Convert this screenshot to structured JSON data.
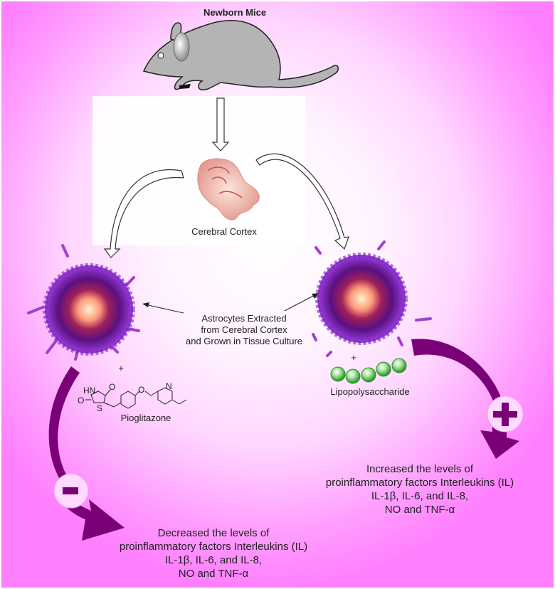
{
  "diagram": {
    "title": "Newborn Mice",
    "nodes": {
      "mouse": {
        "label": "Newborn Mice",
        "icon": "mouse-icon"
      },
      "cortex": {
        "label": "Cerebral Cortex",
        "icon": "brain-slice-icon"
      },
      "astrocyte_left": {
        "icon": "astrocyte-cell-icon"
      },
      "astrocyte_right": {
        "icon": "astrocyte-cell-icon"
      },
      "astrocyte_note": {
        "lines": [
          "Astrocytes Extracted",
          "from Cerebral Cortex",
          "and Grown in Tissue Culture"
        ]
      },
      "pioglitazone": {
        "label": "Pioglitazone",
        "plus": "+",
        "icon": "pioglitazone-structure-icon",
        "atoms": {
          "hn": "HN",
          "o1": "O",
          "o2": "O",
          "s": "S",
          "o3": "O",
          "n": "N"
        }
      },
      "lps": {
        "label": "Lipopolysaccharide",
        "plus": "+",
        "icon": "lps-beads-icon",
        "bead_count": 5
      }
    },
    "effects": {
      "left": {
        "sign": "-",
        "lines": [
          "Decreased the levels of",
          "proinflammatory factors Interleukins (IL)",
          "IL-1β, IL-6, and IL-8,",
          "NO and TNF-α"
        ]
      },
      "right": {
        "sign": "+",
        "lines": [
          "Increased the levels of",
          "proinflammatory factors Interleukins (IL)",
          "IL-1β, IL-6, and IL-8,",
          "NO and TNF-α"
        ]
      }
    },
    "colors": {
      "arrow_purple": "#7a0078",
      "sign_circle": "#ffd9ff",
      "bead_green": "#3fae3f",
      "mouse_gray": "#b4b4b4",
      "border_magenta": "#ff80ff"
    }
  }
}
